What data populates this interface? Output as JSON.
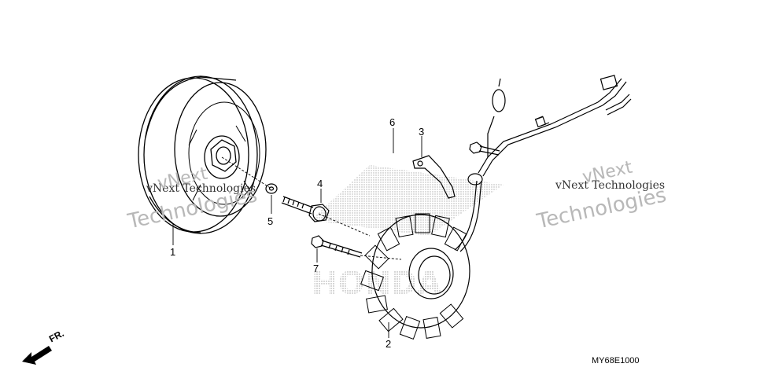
{
  "callouts": [
    "1",
    "2",
    "3",
    "4",
    "5",
    "6",
    "7"
  ],
  "watermark": {
    "line1": "vNext Technologies",
    "line2": "vNext",
    "line3": "Technologies"
  },
  "brand_watermark": "HONDA",
  "front_indicator": "FR.",
  "diagram_code": "MY68E1000"
}
